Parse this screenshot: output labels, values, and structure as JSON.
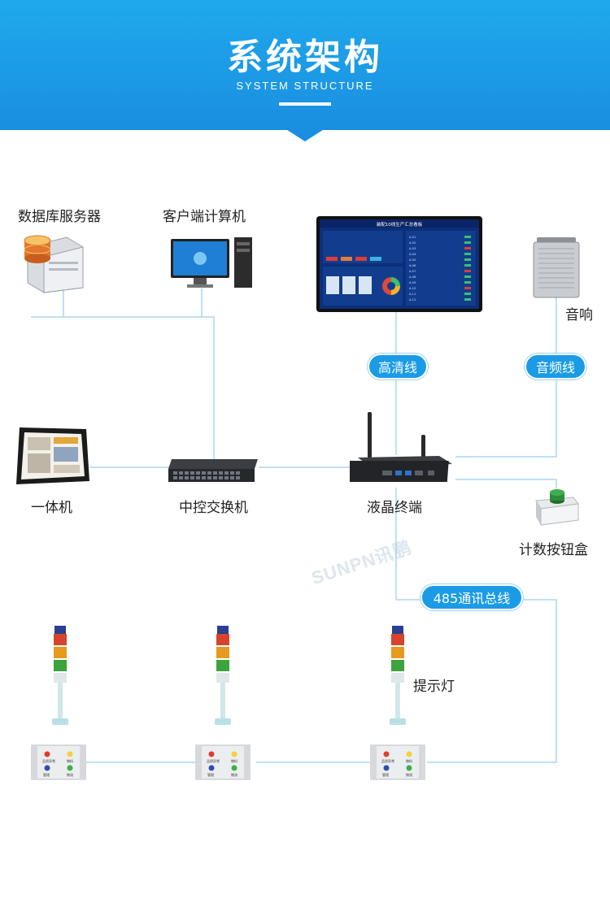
{
  "header": {
    "title": "系统架构",
    "subtitle": "SYSTEM STRUCTURE"
  },
  "nodes": {
    "database_server": "数据库服务器",
    "client_computer": "客户端计算机",
    "all_in_one": "一体机",
    "switch": "中控交换机",
    "lcd_terminal": "液晶终端",
    "speaker": "音响",
    "counter_button_box": "计数按钮盒",
    "indicator_light": "提示灯"
  },
  "cables": {
    "hdmi": "高清线",
    "audio": "音频线",
    "rs485": "485通讯总线"
  },
  "screen": {
    "title": "装配10线生产汇总看板",
    "stations": [
      "A-01",
      "A-02",
      "A-03",
      "A-04",
      "A-05",
      "A-06",
      "A-07",
      "A-08",
      "A-09",
      "A-10",
      "A-11",
      "A-12"
    ]
  },
  "button_box": {
    "labels": [
      "品质异常",
      "物料",
      "管理",
      "物流"
    ]
  },
  "watermark": "SUNPN讯鹏",
  "colors": {
    "header": "#1a8fe0",
    "line": "#a9d6f2",
    "pill": "#1b9be6"
  }
}
